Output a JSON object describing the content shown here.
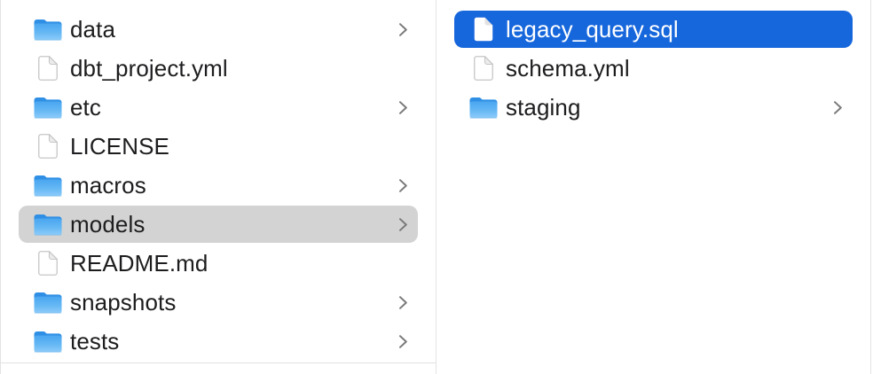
{
  "window": {
    "type": "finder-column-view"
  },
  "colors": {
    "selection_active": "#1666dc",
    "selection_inactive": "#d3d3d3",
    "divider": "#e3e3e3",
    "text": "#1d1d1f",
    "selected_text": "#ffffff",
    "chevron": "#7a7a7a",
    "folder_blue_dark": "#2f8fe5",
    "folder_blue_light": "#66b8f4",
    "doc_outline": "#c6c6c6"
  },
  "columns": [
    {
      "id": "left",
      "items": [
        {
          "label": "data",
          "kind": "folder",
          "chevron": true,
          "selected": false
        },
        {
          "label": "dbt_project.yml",
          "kind": "file",
          "chevron": false,
          "selected": false
        },
        {
          "label": "etc",
          "kind": "folder",
          "chevron": true,
          "selected": false
        },
        {
          "label": "LICENSE",
          "kind": "file",
          "chevron": false,
          "selected": false
        },
        {
          "label": "macros",
          "kind": "folder",
          "chevron": true,
          "selected": false
        },
        {
          "label": "models",
          "kind": "folder",
          "chevron": true,
          "selected": true,
          "selection": "inactive"
        },
        {
          "label": "README.md",
          "kind": "file",
          "chevron": false,
          "selected": false
        },
        {
          "label": "snapshots",
          "kind": "folder",
          "chevron": true,
          "selected": false
        },
        {
          "label": "tests",
          "kind": "folder",
          "chevron": true,
          "selected": false
        }
      ]
    },
    {
      "id": "right",
      "items": [
        {
          "label": "legacy_query.sql",
          "kind": "file",
          "chevron": false,
          "selected": true,
          "selection": "active"
        },
        {
          "label": "schema.yml",
          "kind": "file",
          "chevron": false,
          "selected": false
        },
        {
          "label": "staging",
          "kind": "folder",
          "chevron": true,
          "selected": false
        }
      ]
    }
  ]
}
